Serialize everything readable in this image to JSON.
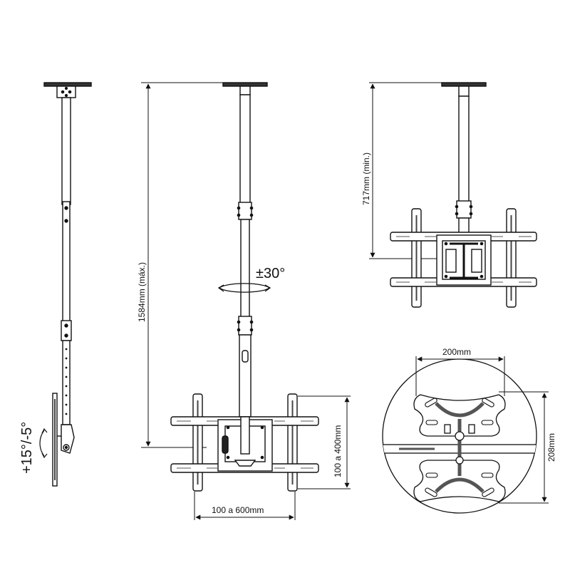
{
  "labels": {
    "height_max": "1584mm (máx.)",
    "rotation": "±30°",
    "height_min": "717mm (min.)",
    "tilt": "+15°/-5°",
    "width_range": "100 a 600mm",
    "height_range": "100 a 400mm",
    "plate_width": "200mm",
    "plate_height": "208mm"
  }
}
